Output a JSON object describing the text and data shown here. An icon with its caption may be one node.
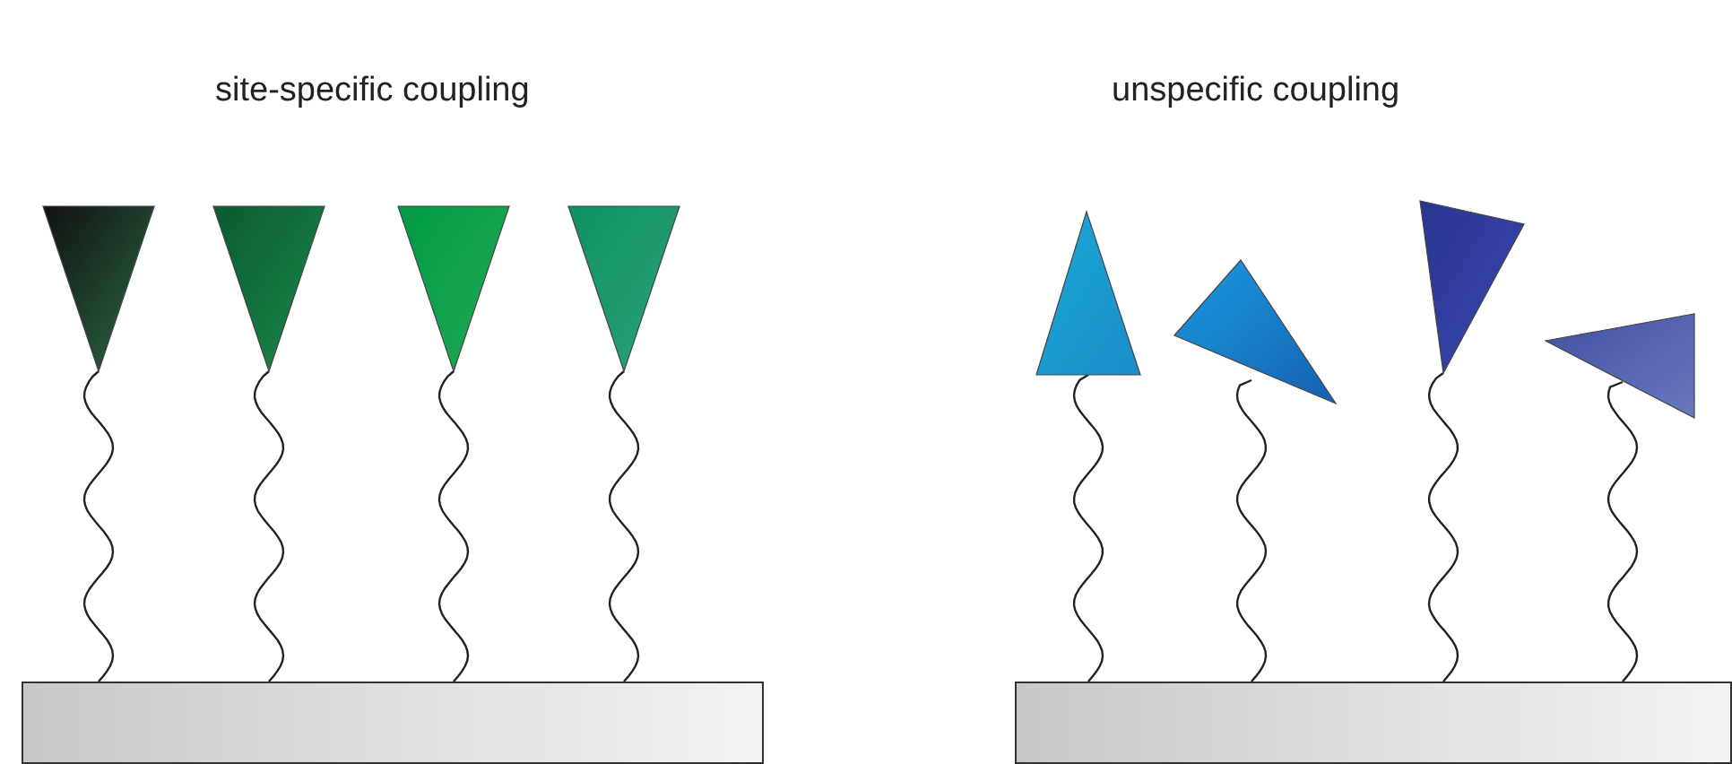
{
  "diagram": {
    "nodes": [
      {
        "text": [],
        "shape": "triangle"
      },
      {
        "text": [],
        "shape": "triangle"
      },
      {
        "text": [],
        "shape": "triangle"
      },
      {
        "text": [],
        "shape": "triangle"
      },
      {
        "text": [],
        "shape": "box"
      },
      {
        "text": [],
        "shape": "triangle"
      },
      {
        "text": [],
        "shape": "triangle"
      },
      {
        "text": [],
        "shape": "triangle"
      },
      {
        "text": [],
        "shape": "triangle"
      },
      {
        "text": [],
        "shape": "box"
      }
    ],
    "edges": [
      {
        "from": 4,
        "to": 0,
        "arrow": "none"
      },
      {
        "from": 4,
        "to": 1,
        "arrow": "none"
      },
      {
        "from": 4,
        "to": 2,
        "arrow": "none"
      },
      {
        "from": 4,
        "to": 3,
        "arrow": "none"
      },
      {
        "from": 9,
        "to": 5,
        "arrow": "none"
      },
      {
        "from": 9,
        "to": 6,
        "arrow": "none"
      },
      {
        "from": 9,
        "to": 7,
        "arrow": "none"
      },
      {
        "from": 9,
        "to": 8,
        "arrow": "none"
      }
    ],
    "labels": [
      "site-specific coupling",
      "unspecific coupling"
    ]
  }
}
